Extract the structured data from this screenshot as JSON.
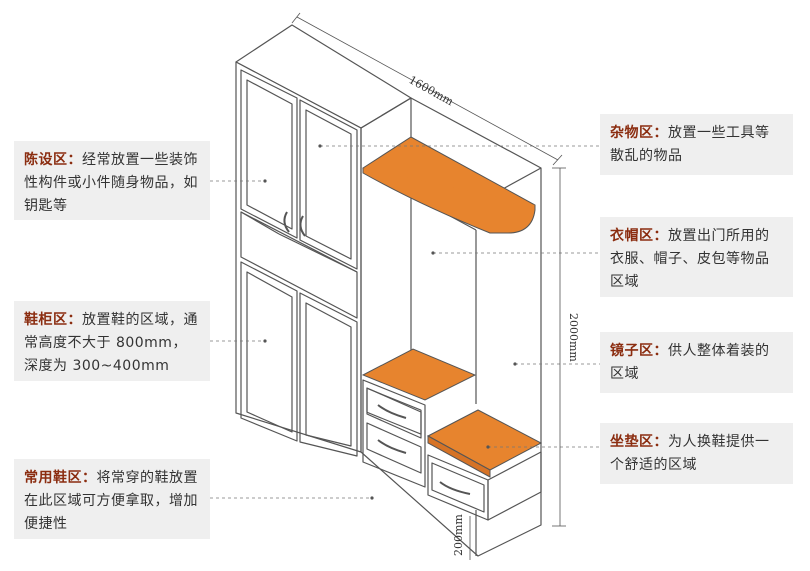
{
  "accent_color": "#8b2d10",
  "shelf_color": "#e7842e",
  "callouts": {
    "display_area": {
      "title": "陈设区：",
      "text": "经常放置一些装饰性构件或小件随身物品，如钥匙等"
    },
    "shoe_cabinet": {
      "title": "鞋柜区：",
      "text": "放置鞋的区域，通常高度不大于 800mm，深度为 300~400mm"
    },
    "common_shoes": {
      "title": "常用鞋区：",
      "text": "将常穿的鞋放置在此区域可方便拿取，增加便捷性"
    },
    "misc_area": {
      "title": "杂物区：",
      "text": "放置一些工具等散乱的物品"
    },
    "coat_area": {
      "title": "衣帽区：",
      "text": "放置出门所用的衣服、帽子、皮包等物品区域"
    },
    "mirror_area": {
      "title": "镜子区：",
      "text": "供人整体着装的区域"
    },
    "seat_area": {
      "title": "坐垫区：",
      "text": "为人换鞋提供一个舒适的区域"
    }
  },
  "dimensions": {
    "width": "1600mm",
    "height": "2000mm",
    "base_height": "200mm"
  }
}
